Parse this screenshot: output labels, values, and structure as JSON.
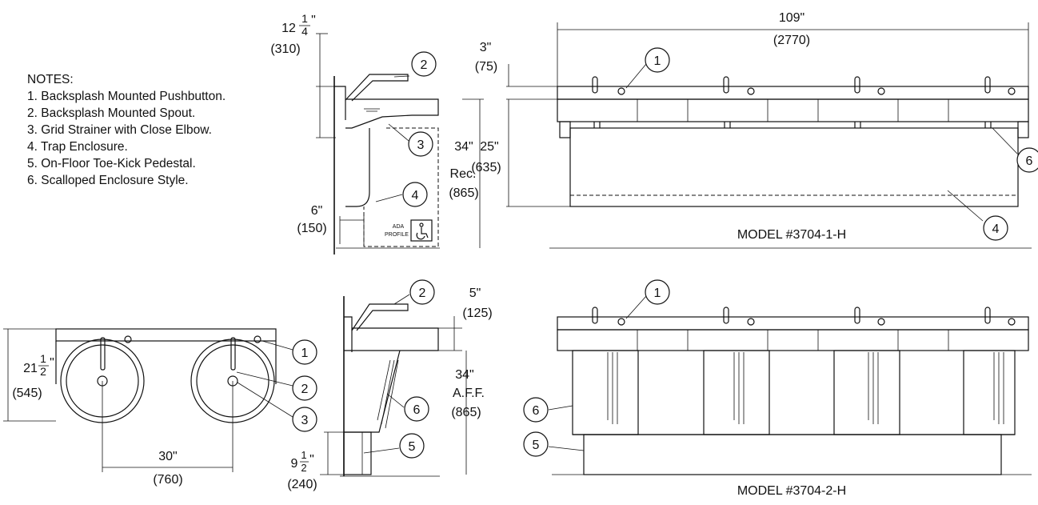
{
  "notes": {
    "heading": "NOTES:",
    "items": [
      "1. Backsplash Mounted Pushbutton.",
      "2. Backsplash Mounted Spout.",
      "3. Grid Strainer with Close Elbow.",
      "4. Trap Enclosure.",
      "5. On-Floor Toe-Kick Pedestal.",
      "6. Scalloped Enclosure Style."
    ]
  },
  "models": {
    "top": "MODEL #3704-1-H",
    "bottom": "MODEL #3704-2-H"
  },
  "dimensions": {
    "height_12": {
      "whole": "12",
      "num": "1",
      "den": "4",
      "unit": "\"",
      "mm": "(310)"
    },
    "setback_6": {
      "imp": "6\"",
      "mm": "(150)"
    },
    "rec_34": {
      "imp": "34\"",
      "label": "Rec.",
      "mm": "(865)"
    },
    "width_109": {
      "imp": "109\"",
      "mm": "(2770)"
    },
    "splash_3": {
      "imp": "3\"",
      "mm": "(75)"
    },
    "skirt_25": {
      "imp": "25\"",
      "mm": "(635)"
    },
    "depth_21": {
      "whole": "21",
      "num": "1",
      "den": "2",
      "unit": "\"",
      "mm": "(545)"
    },
    "spacing_30": {
      "imp": "30\"",
      "mm": "(760)"
    },
    "rim_5": {
      "imp": "5\"",
      "mm": "(125)"
    },
    "aff_34": {
      "imp": "34\"",
      "label": "A.F.F.",
      "mm": "(865)"
    },
    "toe_9": {
      "whole": "9",
      "num": "1",
      "den": "2",
      "unit": "\"",
      "mm": "(240)"
    }
  },
  "callouts": {
    "n1": "1",
    "n2": "2",
    "n3": "3",
    "n4": "4",
    "n5": "5",
    "n6": "6"
  },
  "ada": {
    "line1": "ADA",
    "line2": "PROFILE"
  },
  "icons": [
    "wheelchair-accessible-icon"
  ]
}
